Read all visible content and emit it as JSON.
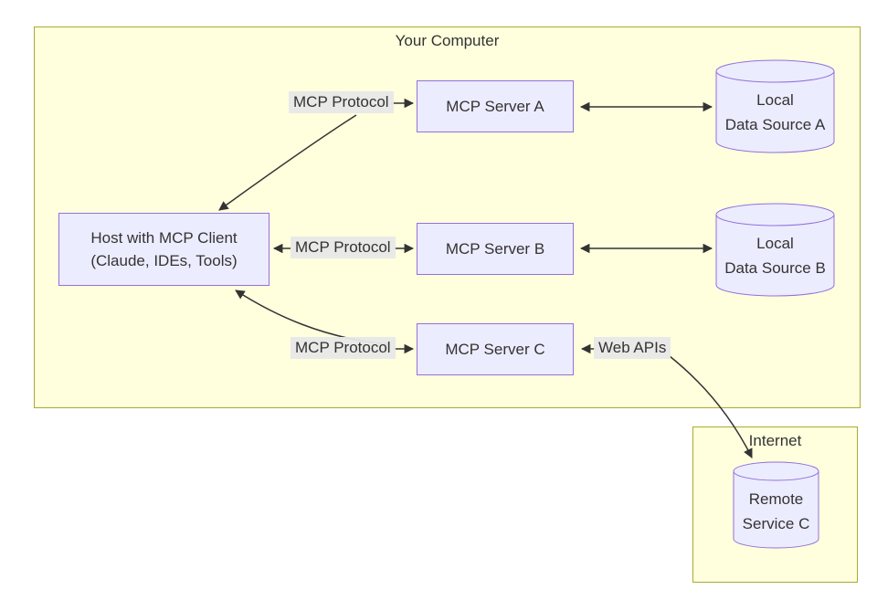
{
  "diagram": {
    "groups": {
      "your_computer": {
        "title": "Your Computer"
      },
      "internet": {
        "title": "Internet"
      }
    },
    "nodes": {
      "host": {
        "line1": "Host with MCP Client",
        "line2": "(Claude, IDEs, Tools)"
      },
      "server_a": {
        "label": "MCP Server A"
      },
      "server_b": {
        "label": "MCP Server B"
      },
      "server_c": {
        "label": "MCP Server C"
      },
      "data_source_a": {
        "line1": "Local",
        "line2": "Data Source A"
      },
      "data_source_b": {
        "line1": "Local",
        "line2": "Data Source B"
      },
      "remote_service_c": {
        "line1": "Remote",
        "line2": "Service C"
      }
    },
    "edge_labels": {
      "protocol_a": "MCP Protocol",
      "protocol_b": "MCP Protocol",
      "protocol_c": "MCP Protocol",
      "web_apis": "Web APIs"
    },
    "edges": [
      {
        "from": "host",
        "to": "server_a",
        "label": "MCP Protocol",
        "bidirectional": true
      },
      {
        "from": "host",
        "to": "server_b",
        "label": "MCP Protocol",
        "bidirectional": true
      },
      {
        "from": "host",
        "to": "server_c",
        "label": "MCP Protocol",
        "bidirectional": true
      },
      {
        "from": "server_a",
        "to": "data_source_a",
        "label": "",
        "bidirectional": true
      },
      {
        "from": "server_b",
        "to": "data_source_b",
        "label": "",
        "bidirectional": true
      },
      {
        "from": "server_c",
        "to": "remote_service_c",
        "label": "Web APIs",
        "bidirectional": true
      }
    ],
    "colors": {
      "group_fill": "#ffffde",
      "group_border": "#aaaa33",
      "node_fill": "#ECECFF",
      "node_border": "#9370DB",
      "edge_label_bg": "#e8e8e8",
      "edge_color": "#333333",
      "text_color": "#333333"
    }
  }
}
